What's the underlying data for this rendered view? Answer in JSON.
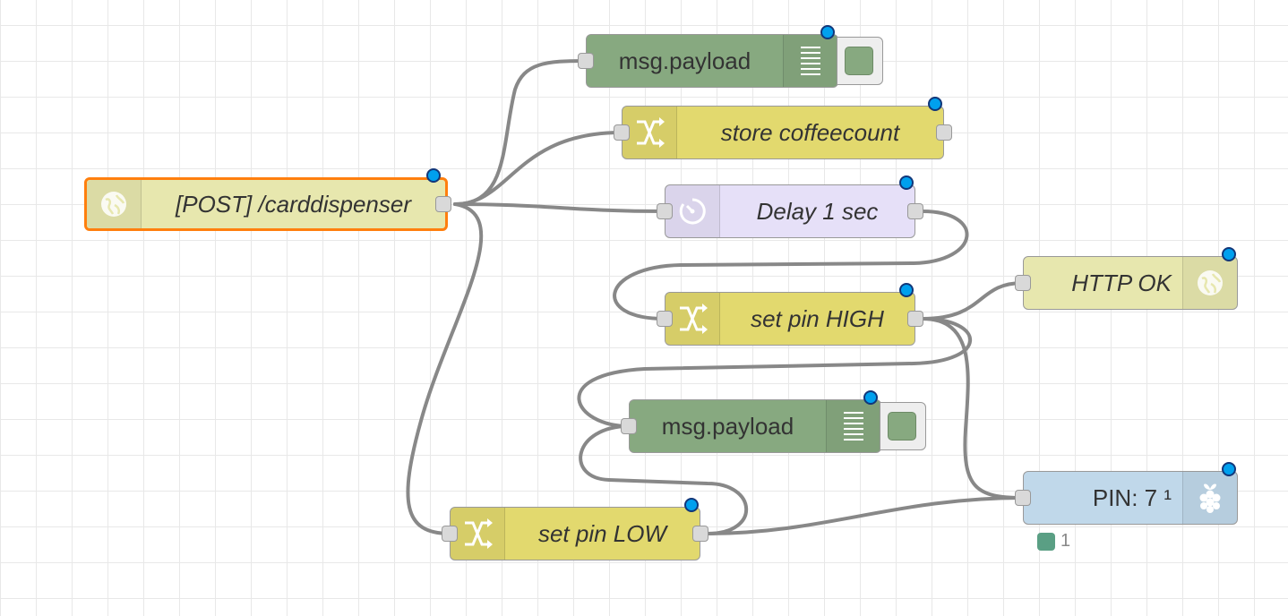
{
  "nodes": {
    "http_in": {
      "label": "[POST] /carddispenser",
      "type": "http in",
      "fill": "#e7e7ae",
      "border": "#ff7f0e",
      "selected": true
    },
    "debug_1": {
      "label": "msg.payload",
      "type": "debug",
      "fill": "#87a980",
      "output_enabled": true
    },
    "store_coffeecount": {
      "label": "store coffeecount",
      "type": "change",
      "fill": "#e2d96e"
    },
    "delay": {
      "label": "Delay 1 sec",
      "type": "delay",
      "fill": "#e6e0f8"
    },
    "set_pin_high": {
      "label": "set pin HIGH",
      "type": "change",
      "fill": "#e2d96e"
    },
    "http_ok": {
      "label": "HTTP OK",
      "type": "http response",
      "fill": "#e7e7ae"
    },
    "debug_2": {
      "label": "msg.payload",
      "type": "debug",
      "fill": "#87a980",
      "output_enabled": true
    },
    "set_pin_low": {
      "label": "set pin LOW",
      "type": "change",
      "fill": "#e2d96e"
    },
    "rpi_pin": {
      "label": "PIN: 7 ¹",
      "type": "rpi gpio out",
      "fill": "#c0d8ea",
      "status_text": "1",
      "status_color": "#5a9f84"
    }
  },
  "icons": {
    "globe": "globe-icon",
    "list": "list-icon",
    "shuffle": "shuffle-icon",
    "timer": "timer-icon",
    "raspberry": "raspberry-pi-icon"
  },
  "colors": {
    "wire": "#888888",
    "changed_dot": "#00a0ee",
    "selected_border": "#ff7f0e",
    "grid": "#e8e8e8"
  }
}
